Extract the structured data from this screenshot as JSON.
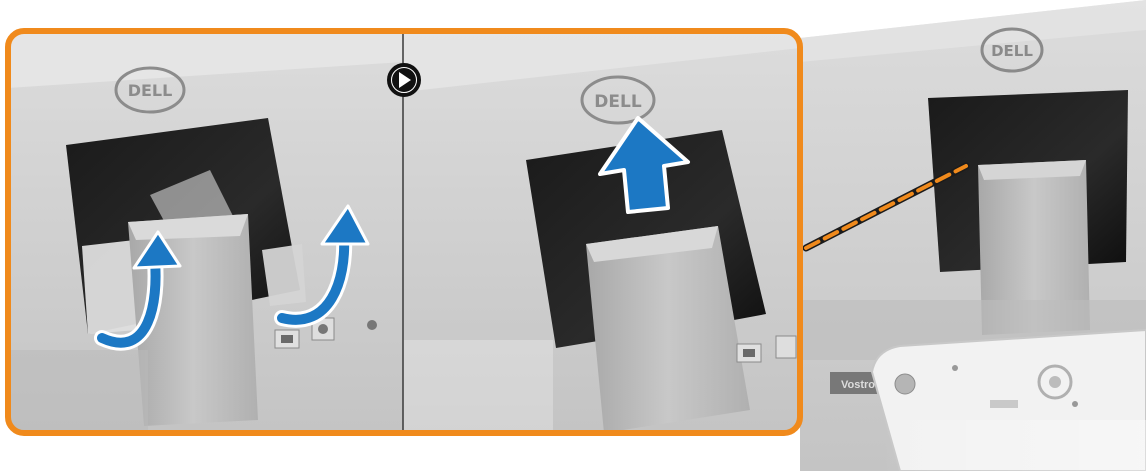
{
  "logo": {
    "text": "DELL"
  },
  "colors": {
    "callout_border": "#F08A1C",
    "arrow_blue": "#1C78C4",
    "play_icon": "#111111"
  },
  "icons": [
    "play-icon",
    "curved-up-arrow-icon",
    "straight-up-arrow-icon"
  ],
  "panels": {
    "step_one": {
      "logo_text": "DELL"
    },
    "step_two": {
      "logo_text": "DELL"
    },
    "overview": {
      "logo_text": "DELL",
      "label_text": "Vostro"
    }
  }
}
